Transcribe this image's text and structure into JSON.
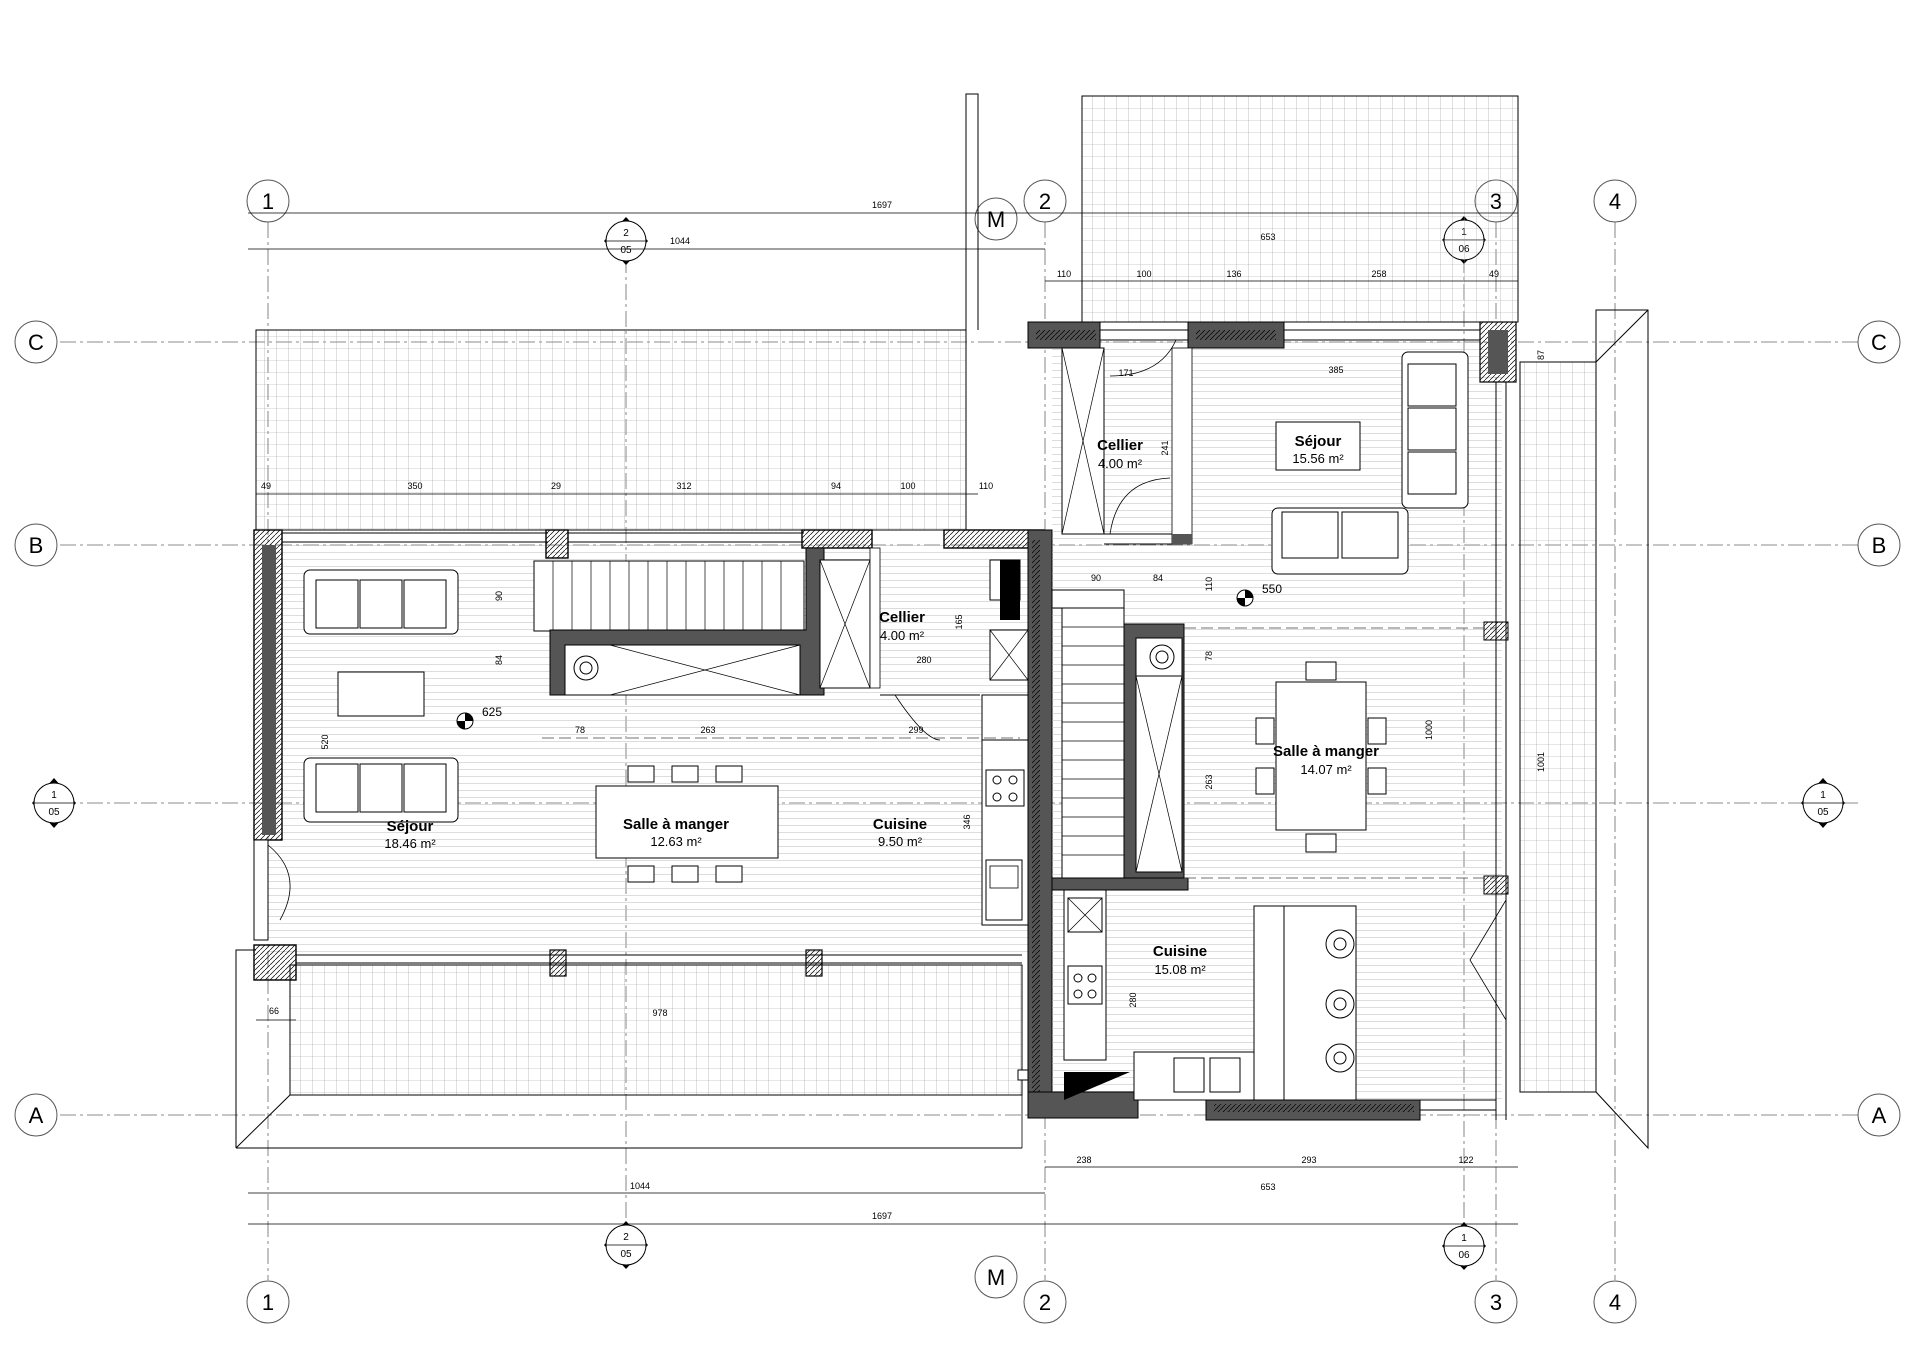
{
  "grid": {
    "columns": [
      "1",
      "2",
      "3",
      "4"
    ],
    "rows": [
      "A",
      "B",
      "C"
    ],
    "m_label": "M"
  },
  "sections": {
    "s2": {
      "num": "2",
      "sheet": "05"
    },
    "s1_vertical": {
      "num": "1",
      "sheet": "06"
    },
    "s1_horizontal": {
      "num": "1",
      "sheet": "05"
    }
  },
  "rooms_left": {
    "sejour": {
      "name": "Séjour",
      "area": "18.46 m²"
    },
    "salle": {
      "name": "Salle à manger",
      "area": "12.63 m²"
    },
    "cuisine": {
      "name": "Cuisine",
      "area": "9.50 m²"
    },
    "cellier": {
      "name": "Cellier",
      "area": "4.00 m²"
    }
  },
  "rooms_right": {
    "sejour": {
      "name": "Séjour",
      "area": "15.56 m²"
    },
    "salle": {
      "name": "Salle à manger",
      "area": "14.07 m²"
    },
    "cuisine": {
      "name": "Cuisine",
      "area": "15.08 m²"
    },
    "cellier": {
      "name": "Cellier",
      "area": "4.00 m²"
    }
  },
  "dimensions": {
    "top_total": "1697",
    "top_left": "1044",
    "top_right": "653",
    "top_right_segs": [
      "110",
      "100",
      "136",
      "258",
      "49"
    ],
    "left_segs": [
      "49",
      "350",
      "29",
      "312",
      "94",
      "100",
      "110"
    ],
    "bottom_total": "1697",
    "bottom_left": "1044",
    "bottom_right": "653",
    "bottom_right_segs": [
      "238",
      "293",
      "122"
    ],
    "bottom_terrace": "978",
    "bottom_small": "66",
    "interior": [
      "90",
      "84",
      "520",
      "78",
      "263",
      "280",
      "299",
      "165",
      "346",
      "171",
      "241",
      "385",
      "90",
      "84",
      "110",
      "78",
      "263",
      "1000",
      "1001",
      "87",
      "280"
    ],
    "level_left": "625",
    "level_right": "550"
  }
}
